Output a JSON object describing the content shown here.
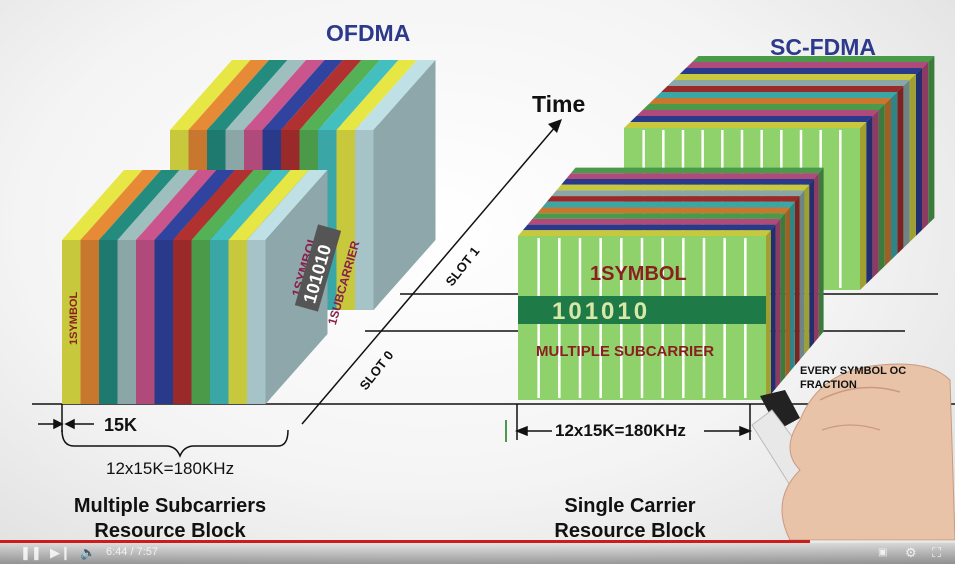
{
  "titles": {
    "ofdma": "OFDMA",
    "scfdma": "SC-FDMA",
    "time": "Time"
  },
  "slots": {
    "slot0": "SLOT 0",
    "slot1": "SLOT 1"
  },
  "ofdma": {
    "symbol_vertical": "1SYMBOL",
    "panel_symbol": "1SYMBOL",
    "panel_bits": "101010",
    "panel_subcarrier": "1SUBCARRIER",
    "subcarrier_spacing": "15K",
    "bandwidth": "12x15K=180KHz",
    "caption_line1": "Multiple Subcarriers",
    "caption_line2": "Resource Block",
    "colors": [
      "#c8c83c",
      "#c8782e",
      "#1e7a6e",
      "#8aa6a6",
      "#b04a7a",
      "#2a3a8a",
      "#9a2a2a",
      "#4a9a4a",
      "#3aa6a6",
      "#c8c83c",
      "#a6c4c8"
    ]
  },
  "scfdma": {
    "symbol_label": "1SYMBOL",
    "bits": "101010",
    "subcarrier_label": "MULTIPLE SUBCARRIER",
    "bandwidth": "12x15K=180KHz",
    "note_line1": "EVERY SYMBOL OC",
    "note_line2": "FRACTION",
    "caption_line1": "Single Carrier",
    "caption_line2": "Resource Block",
    "face_color": "#8fd16a",
    "bits_bar_color": "#1e7a46",
    "edge_colors": [
      "#c8c83c",
      "#2a3a8a",
      "#b04a7a",
      "#4a9a4a",
      "#c8782e",
      "#3aa6a6",
      "#9a2a2a",
      "#8aa6a6"
    ]
  },
  "player": {
    "time": "6:44 / 7:57",
    "progress": 0.8486
  }
}
